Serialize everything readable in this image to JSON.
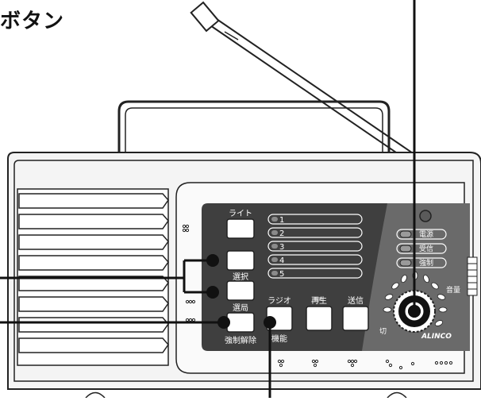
{
  "title": "ボタン",
  "buttons": {
    "light": "ライト",
    "select": "選択",
    "station": "選局",
    "force_release": "強制解除",
    "radio": "ラジオ",
    "function": "機能",
    "playback": "再生",
    "send": "送信"
  },
  "channels": [
    "1",
    "2",
    "3",
    "4",
    "5"
  ],
  "indicators": [
    "電源",
    "受信",
    "強制"
  ],
  "volume": {
    "label": "音量",
    "off_label": "切"
  },
  "brand": "ALINCO",
  "colors": {
    "panel": "#3f3f3f",
    "panel_right": "#6a6a6a",
    "callout": "#111111",
    "body": "#f4f4f4"
  }
}
